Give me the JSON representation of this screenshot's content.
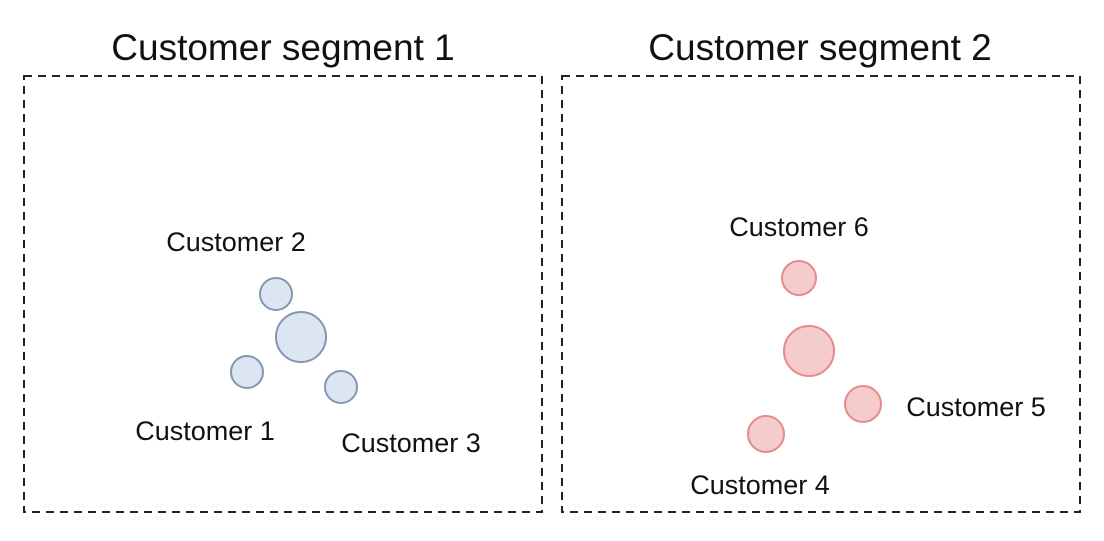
{
  "segments": [
    {
      "title": "Customer segment 1",
      "fill": "#dce6f2",
      "stroke": "#8496b0",
      "centroid_label": "",
      "customers": [
        {
          "label": "Customer 1"
        },
        {
          "label": "Customer 2"
        },
        {
          "label": "Customer 3"
        }
      ]
    },
    {
      "title": "Customer segment 2",
      "fill": "#f4cccc",
      "stroke": "#e8888a",
      "centroid_label": "",
      "customers": [
        {
          "label": "Customer 4"
        },
        {
          "label": "Customer 5"
        },
        {
          "label": "Customer 6"
        }
      ]
    }
  ],
  "colors": {
    "border": "#222222",
    "text": "#111111",
    "background": "#ffffff"
  }
}
